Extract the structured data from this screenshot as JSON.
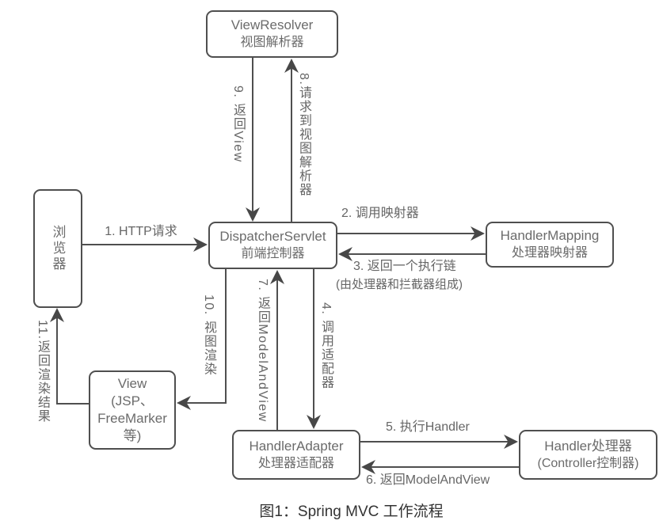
{
  "diagram": {
    "caption": "图1：Spring MVC 工作流程",
    "boxes": {
      "view_resolver": {
        "line1": "ViewResolver",
        "line2": "视图解析器"
      },
      "browser": {
        "label": "浏览器"
      },
      "dispatcher_servlet": {
        "line1": "DispatcherServlet",
        "line2": "前端控制器"
      },
      "handler_mapping": {
        "line1": "HandlerMapping",
        "line2": "处理器映射器"
      },
      "view": {
        "line1": "View",
        "line2": "(JSP、",
        "line3": "FreeMarker",
        "line4": "等)"
      },
      "handler_adapter": {
        "line1": "HandlerAdapter",
        "line2": "处理器适配器"
      },
      "handler": {
        "line1": "Handler处理器",
        "line2": "(Controller控制器)"
      }
    },
    "arrows": {
      "a1": "1. HTTP请求",
      "a2": "2.  调用映射器",
      "a3": "3. 返回一个执行链",
      "a3_sub": "(由处理器和拦截器组成)",
      "a4": "4. 调用适配器",
      "a5": "5. 执行Handler",
      "a6": "6. 返回ModelAndView",
      "a7": "7. 返回ModelAndView",
      "a8": "8.请求到视图解析器",
      "a9": "9. 返回View",
      "a10": "10. 视图渲染",
      "a11": "11.返回渲染结果"
    },
    "colors": {
      "line": "#4f4f4f",
      "box_border": "#4f4f4f",
      "box_text": "#6b6b6b",
      "label_text": "#666666",
      "caption_text": "#333333",
      "background": "#ffffff"
    }
  }
}
